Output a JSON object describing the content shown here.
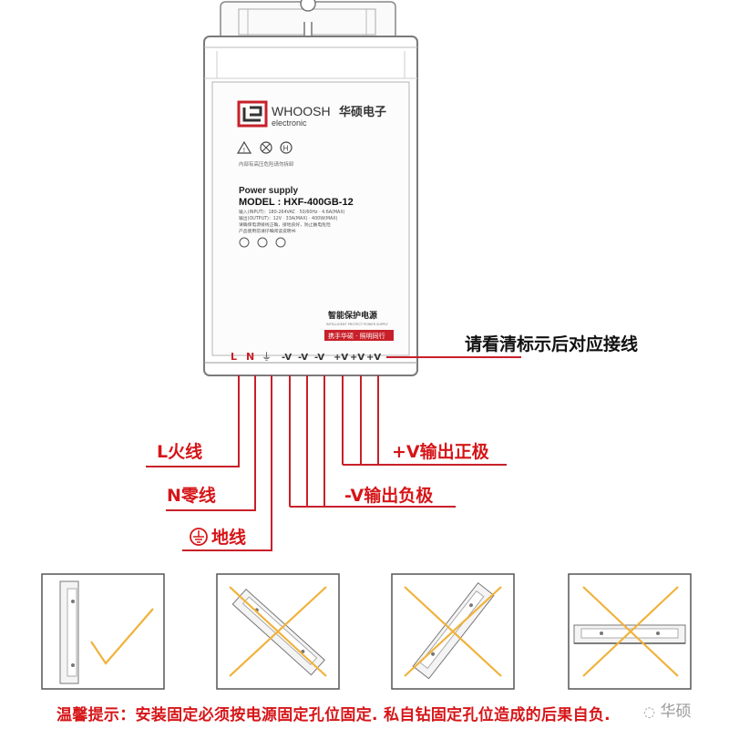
{
  "device": {
    "brand": "WHOOSH",
    "brand_sub": "electronic",
    "brand_cn": "华硕电子",
    "small_warning": "内部有高压危险请勿拆卸",
    "product_type": "Power supply",
    "model": "MODEL : HXF-400GB-12",
    "spec_lines": [
      "输入(INPUT)：180-264VAC · 50/60Hz · 4.6A(MAX)",
      "输出(OUTPUT)：12V · 33A(MAX) · 400W(MAX)",
      "请确保电源接线正确，接地良好，防止触电危险",
      "产品使用前请仔细阅读说明书"
    ],
    "badge_black": "智能保护电源",
    "badge_sub": "INTELLIGENT PROTECT POWER SUPPLY",
    "badge_red": "携手华硕 · 照明同行",
    "terminals": [
      "L",
      "N",
      "⏚",
      "-V",
      "-V",
      "-V",
      "+V",
      "+V",
      "+V"
    ]
  },
  "labels": {
    "instruction": "请看清标示后对应接线",
    "live": "L火线",
    "neutral": "N零线",
    "ground": "地线",
    "positive": "+V输出正极",
    "negative": "-V输出负极"
  },
  "footer": {
    "tip": "温馨提示：安装固定必须按电源固定孔位固定. 私自钻固定孔位造成的后果自负.",
    "corner_brand": "华硕"
  },
  "colors": {
    "wire_red": "#c8202a",
    "text_red": "#d61518",
    "outline": "#7a7a7a",
    "check": "#f0b23a",
    "cross": "#f0b23a"
  },
  "install_panels": [
    {
      "orientation": "vertical-wall",
      "mark": "check"
    },
    {
      "orientation": "tilted-left",
      "mark": "cross"
    },
    {
      "orientation": "tilted-right",
      "mark": "cross"
    },
    {
      "orientation": "horizontal-flat",
      "mark": "cross"
    }
  ]
}
